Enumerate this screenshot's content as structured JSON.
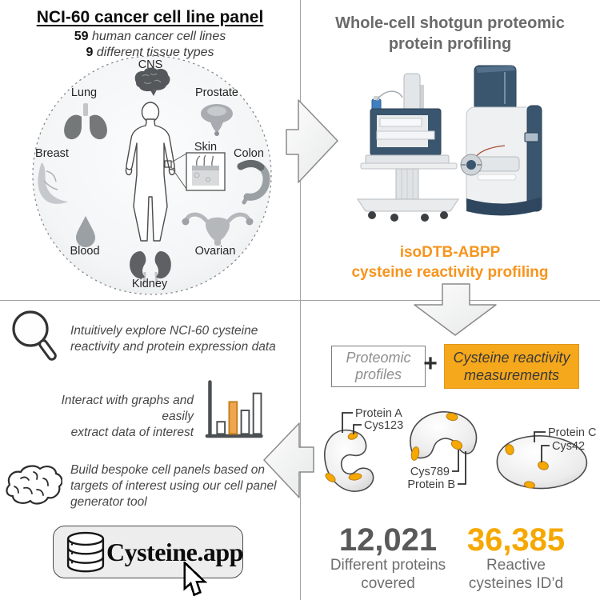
{
  "nci60": {
    "title": "NCI-60 cancer cell line panel",
    "stat_lines": [
      {
        "number": "59",
        "text": " human cancer cell lines"
      },
      {
        "number": "9",
        "text": " different tissue types"
      }
    ],
    "tissues": {
      "cns": "CNS",
      "lung": "Lung",
      "prostate": "Prostate",
      "breast": "Breast",
      "skin": "Skin",
      "colon": "Colon",
      "blood": "Blood",
      "ovarian": "Ovarian",
      "kidney": "Kidney"
    }
  },
  "proteomics": {
    "title_line1": "Whole-cell shotgun proteomic",
    "title_line2": "protein profiling",
    "highlight_line1": "isoDTB-ABPP",
    "highlight_line2": "cysteine reactivity profiling"
  },
  "features": {
    "explore": "Intuitively explore NCI-60 cysteine\nreactivity and protein expression data",
    "interact": "Interact with graphs and easily\nextract data of interest",
    "build": "Build bespoke cell panels based on\ntargets of interest using our cell panel\ngenerator tool",
    "app_name": "Cysteine.app"
  },
  "results": {
    "proteomic_box_line1": "Proteomic",
    "proteomic_box_line2": "profiles",
    "plus": "+",
    "cysteine_box_line1": "Cysteine reactivity",
    "cysteine_box_line2": "measurements",
    "labels": {
      "protein_a": "Protein A",
      "cys_a": "Cys123",
      "cys_b": "Cys789",
      "protein_b": "Protein B",
      "protein_c": "Protein C",
      "cys_c": "Cys42"
    },
    "stats": [
      {
        "value": "12,021",
        "caption_line1": "Different proteins",
        "caption_line2": "covered",
        "color": "#595959"
      },
      {
        "value": "36,385",
        "caption_line1": "Reactive",
        "caption_line2": "cysteines ID’d",
        "color": "#F6A800"
      }
    ]
  },
  "colors": {
    "accent_orange": "#F6A81C",
    "accent_orange_text": "#F7941D",
    "instrument_navy": "#3A566F"
  }
}
